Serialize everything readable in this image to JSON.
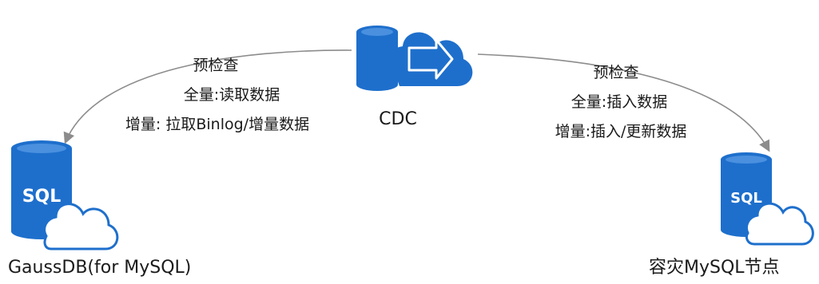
{
  "nodes": {
    "cdc": {
      "label": "CDC"
    },
    "source": {
      "label": "GaussDB(for MySQL)",
      "db_text": "SQL"
    },
    "target": {
      "label": "容灾MySQL节点",
      "db_text": "SQL"
    }
  },
  "edges": {
    "to_source": {
      "precheck": "预检查",
      "full": "全量:读取数据",
      "incremental": "增量: 拉取Binlog/增量数据"
    },
    "to_target": {
      "precheck": "预检查",
      "full": "全量:插入数据",
      "incremental": "增量:插入/更新数据"
    }
  },
  "colors": {
    "db_blue": "#1e6fcc",
    "cloud_blue": "#1e6fcc",
    "arrow_gray": "#8c8c8c",
    "text": "#1a1a1a"
  },
  "icons": {
    "cdc": "database-cloud-arrow-icon",
    "source": "sql-database-cloud-icon",
    "target": "sql-database-cloud-icon"
  }
}
